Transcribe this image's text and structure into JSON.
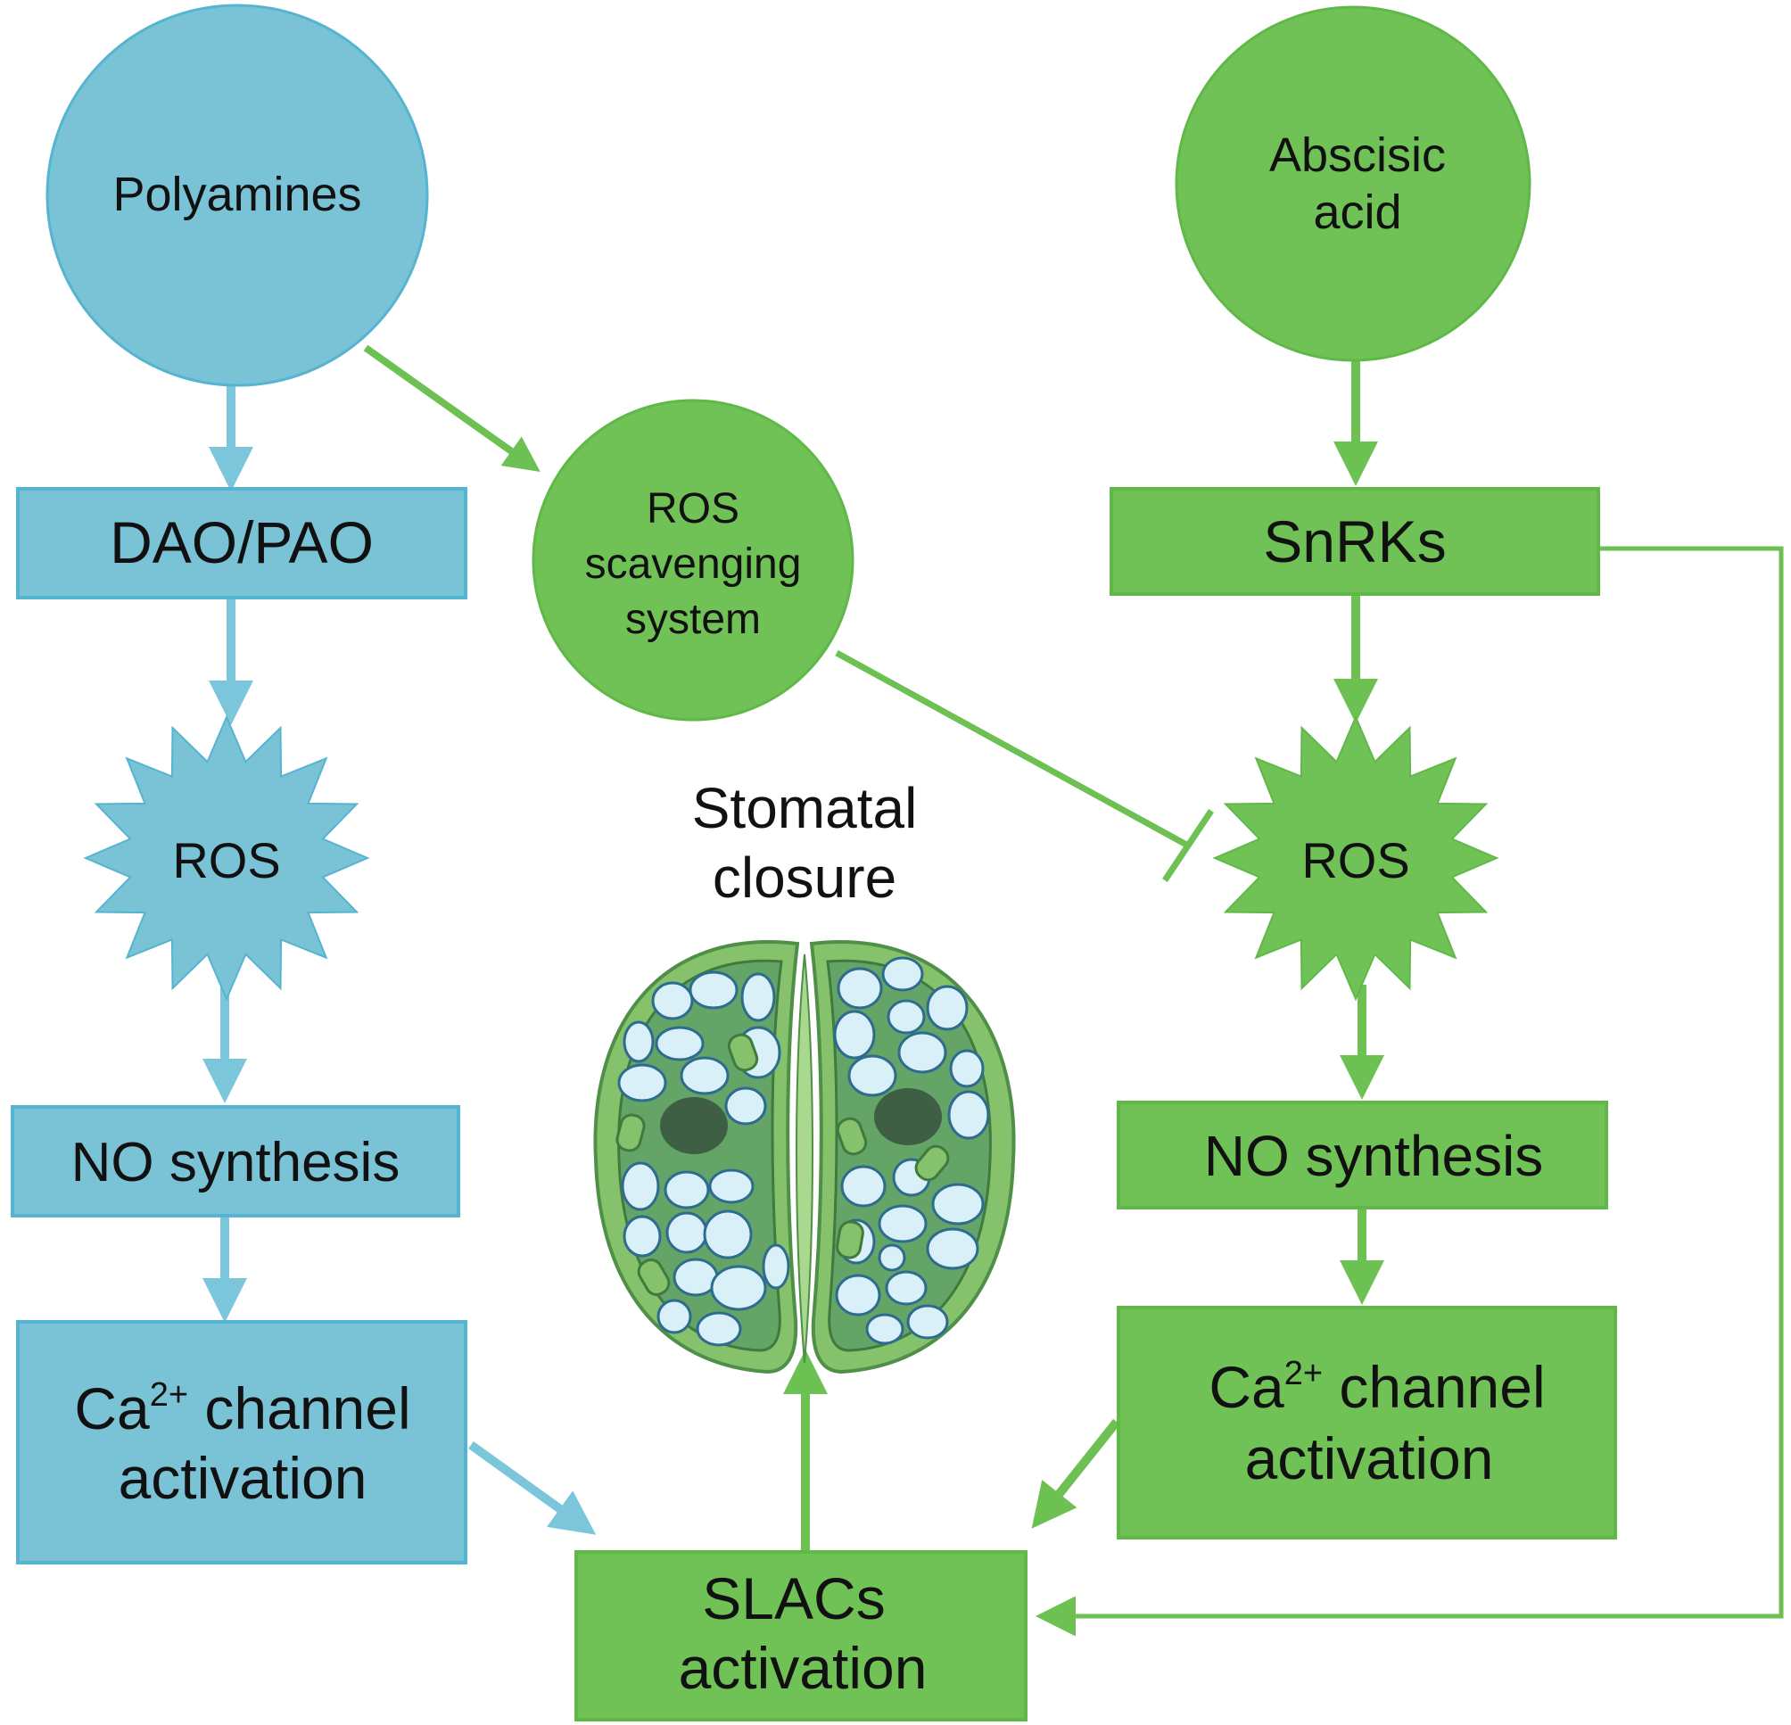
{
  "colors": {
    "blue_fill": "#7ac3d6",
    "blue_stroke": "#55b4cf",
    "green_fill": "#70c256",
    "green_stroke": "#5fb848",
    "blue_arrow": "#7cc6dc",
    "green_arrow": "#6cc152",
    "cell_wall": "#86c26c",
    "cell_inner": "#64a467",
    "vacuole": "#daf0f8",
    "nucleus": "#3e5f44"
  },
  "left": {
    "source": "Polyamines",
    "enzyme": "DAO/PAO",
    "ros": "ROS",
    "no": "NO synthesis",
    "ca_prefix": "Ca",
    "ca_sup": "2+",
    "ca_suffix": " channel",
    "ca_line2": "activation"
  },
  "middle": {
    "scav_line1": "ROS",
    "scav_line2": "scavenging",
    "scav_line3": "system",
    "stomata_line1": "Stomatal",
    "stomata_line2": "closure",
    "slacs_line1": "SLACs",
    "slacs_line2": "activation"
  },
  "right": {
    "source_line1": "Abscisic",
    "source_line2": "acid",
    "kinase": "SnRKs",
    "ros": "ROS",
    "no": "NO synthesis",
    "ca_prefix": "Ca",
    "ca_sup": "2+",
    "ca_suffix": " channel",
    "ca_line2": "activation"
  }
}
